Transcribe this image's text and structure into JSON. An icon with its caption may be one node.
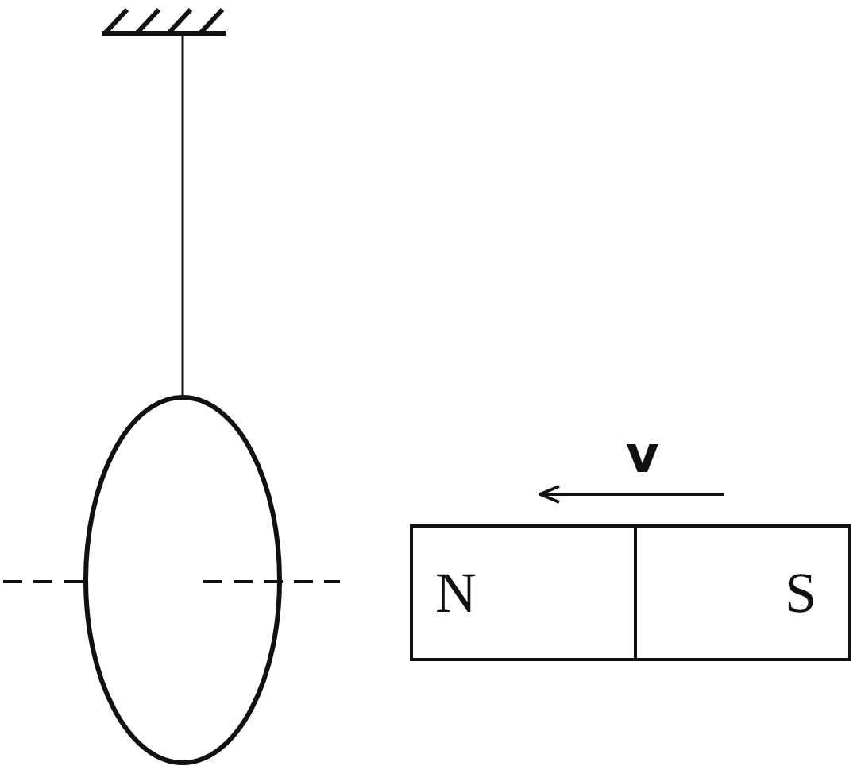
{
  "diagram": {
    "nodes": [
      {
        "text": [
          "N"
        ]
      },
      {
        "text": [
          "S"
        ]
      }
    ],
    "labels": [
      "v"
    ]
  }
}
